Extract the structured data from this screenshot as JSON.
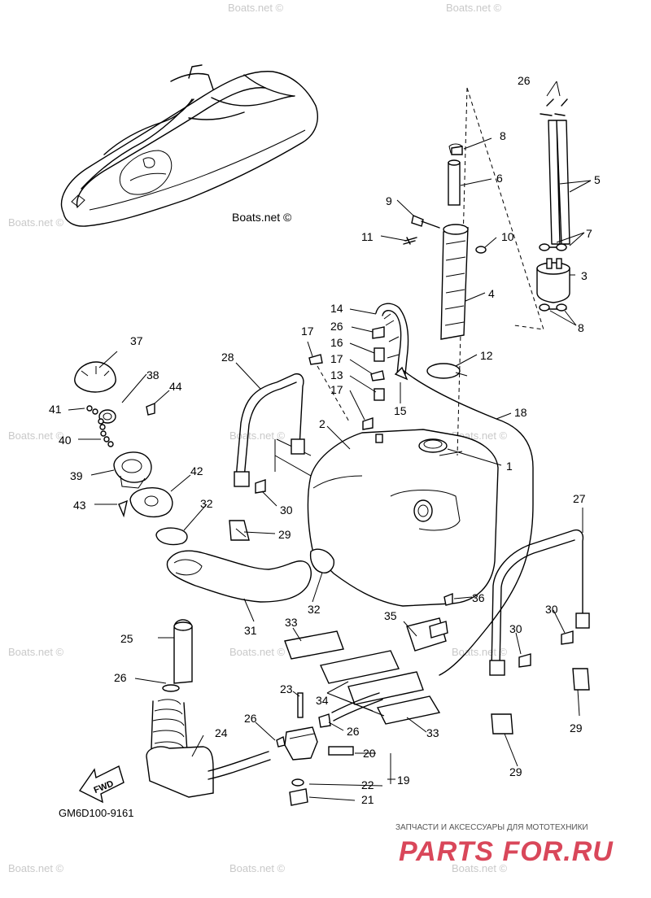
{
  "diagram": {
    "code": "GM6D100-9161",
    "fwd_label": "FWD",
    "watermark": "Boats.net ©",
    "brand_tagline": "ЗАПЧАСТИ И АКСЕССУАРЫ ДЛЯ МОТОТЕХНИКИ",
    "brand_name": "PARTS FOR.RU"
  },
  "callouts": {
    "c1": "1",
    "c2": "2",
    "c3": "3",
    "c4": "4",
    "c5": "5",
    "c6": "6",
    "c7": "7",
    "c8a": "8",
    "c8b": "8",
    "c9": "9",
    "c10": "10",
    "c11": "11",
    "c12": "12",
    "c13": "13",
    "c14": "14",
    "c15": "15",
    "c16": "16",
    "c17a": "17",
    "c17b": "17",
    "c17c": "17",
    "c18": "18",
    "c19": "19",
    "c20": "20",
    "c21": "21",
    "c22": "22",
    "c23": "23",
    "c24": "24",
    "c25": "25",
    "c26a": "26",
    "c26b": "26",
    "c26c": "26",
    "c26d": "26",
    "c26e": "26",
    "c27": "27",
    "c28": "28",
    "c29a": "29",
    "c29b": "29",
    "c29c": "29",
    "c30a": "30",
    "c30b": "30",
    "c30c": "30",
    "c31": "31",
    "c32a": "32",
    "c32b": "32",
    "c33a": "33",
    "c33b": "33",
    "c34": "34",
    "c35": "35",
    "c36": "36",
    "c37": "37",
    "c38": "38",
    "c39": "39",
    "c40": "40",
    "c41": "41",
    "c42": "42",
    "c43": "43",
    "c44": "44"
  }
}
